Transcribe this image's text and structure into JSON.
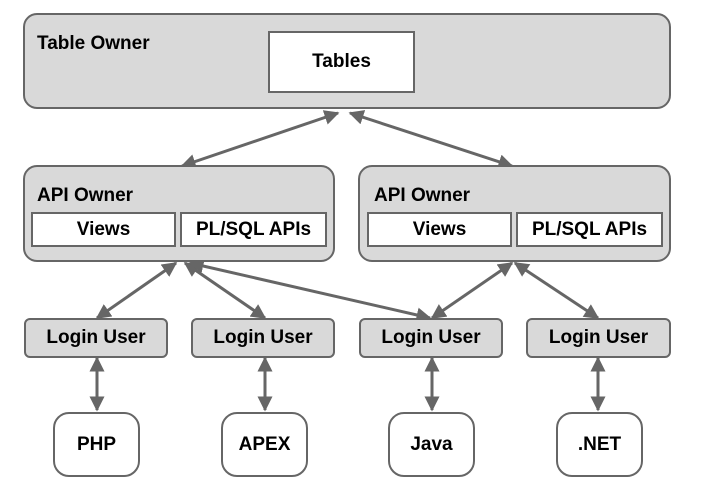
{
  "table_owner": {
    "title": "Table Owner",
    "tables": "Tables"
  },
  "api_owner_left": {
    "title": "API Owner",
    "views": "Views",
    "plsql": "PL/SQL APIs"
  },
  "api_owner_right": {
    "title": "API Owner",
    "views": "Views",
    "plsql": "PL/SQL APIs"
  },
  "login_users": [
    "Login User",
    "Login User",
    "Login User",
    "Login User"
  ],
  "clients": [
    "PHP",
    "APEX",
    "Java",
    ".NET"
  ],
  "colors": {
    "box_fill": "#d9d9d9",
    "border": "#666666",
    "arrow": "#666666"
  }
}
